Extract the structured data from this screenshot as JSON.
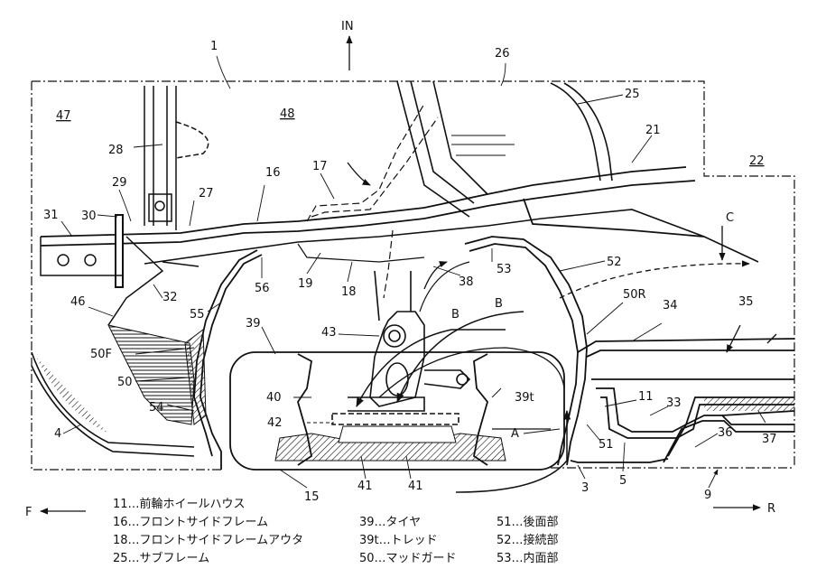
{
  "labels": {
    "in": "IN",
    "f": "F",
    "r": "R",
    "n1": "1",
    "n47": "47",
    "n48": "48",
    "n26": "26",
    "n25": "25",
    "n21": "21",
    "n22": "22",
    "n28": "28",
    "n29": "29",
    "n30": "30",
    "n31": "31",
    "n27": "27",
    "n16": "16",
    "n17": "17",
    "c": "C",
    "n19": "19",
    "n56": "56",
    "n18": "18",
    "n38": "38",
    "n53": "53",
    "n52": "52",
    "n46": "46",
    "n32": "32",
    "n55": "55",
    "n50r": "50R",
    "n34": "34",
    "n35": "35",
    "b1": "B",
    "b2": "B",
    "n43": "43",
    "n39": "39",
    "n50f": "50F",
    "n50": "50",
    "n54": "54",
    "n40": "40",
    "n42": "42",
    "n39t": "39t",
    "n11": "11",
    "n33": "33",
    "a": "A",
    "n51": "51",
    "n36": "36",
    "n37": "37",
    "n4": "4",
    "n41a": "41",
    "n41b": "41",
    "n15": "15",
    "n3": "3",
    "n5": "5",
    "n9": "9"
  },
  "legend": [
    [
      "11…前輪ホイールハウス",
      "",
      ""
    ],
    [
      "16…フロントサイドフレーム",
      "39…タイヤ",
      "51…後面部"
    ],
    [
      "18…フロントサイドフレームアウタ",
      "39t…トレッド",
      "52…接続部"
    ],
    [
      "25…サブフレーム",
      "50…マッドガード",
      "53…内面部"
    ]
  ]
}
